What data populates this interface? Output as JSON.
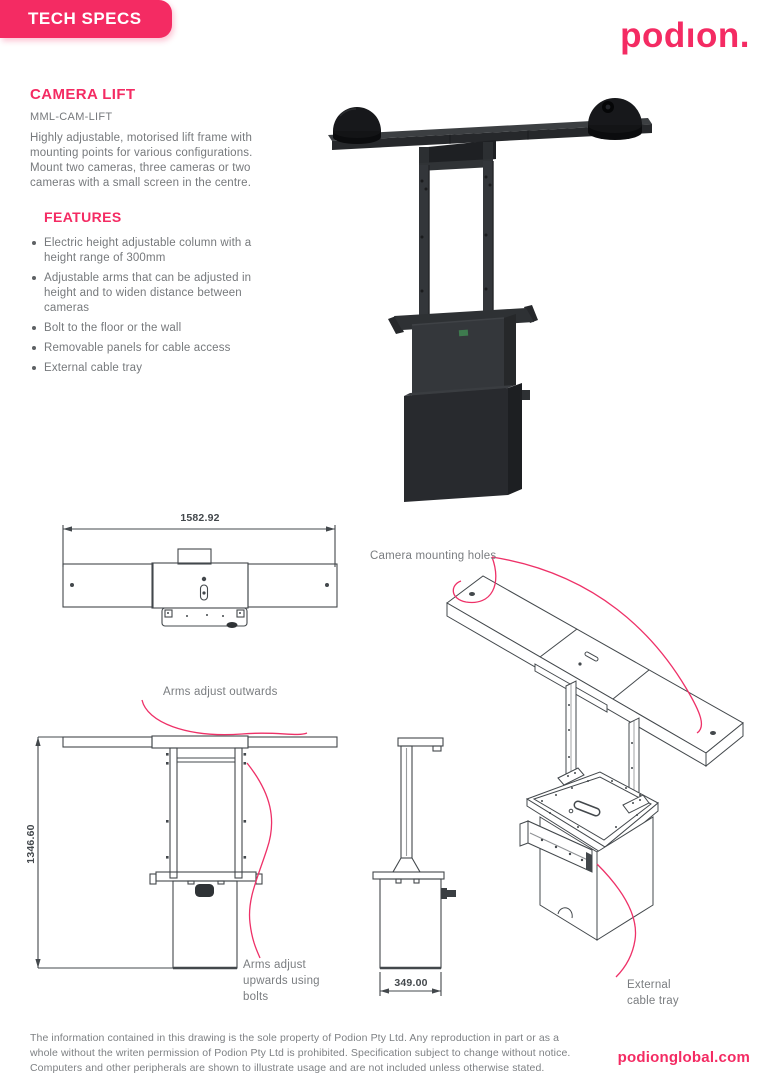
{
  "colors": {
    "pink": "#F42B63",
    "drawing_line": "#43484C",
    "body_text": "#76797C"
  },
  "header": {
    "banner_label": "TECH SPECS"
  },
  "brand": {
    "logo_text": "podıon.",
    "website": "podionglobal.com"
  },
  "product": {
    "title": "CAMERA LIFT",
    "sku": "MML-CAM-LIFT",
    "description_lines": [
      "Highly adjustable, motorised lift frame with",
      "mounting points for various configurations.",
      "Mount two cameras, three cameras or two",
      "cameras with a small screen in the centre."
    ],
    "features_title": "FEATURES",
    "features": [
      {
        "lines": [
          "Electric height adjustable column with a",
          "height range of  300mm"
        ]
      },
      {
        "lines": [
          "Adjustable arms that can be adjusted in",
          "height and to widen distance between",
          "cameras"
        ]
      },
      {
        "lines": [
          "Bolt to the floor or the wall"
        ]
      },
      {
        "lines": [
          "Removable panels for cable access"
        ]
      },
      {
        "lines": [
          "External cable tray"
        ]
      }
    ]
  },
  "drawings": {
    "top_view": {
      "width_dimension": "1582.92"
    },
    "front_view": {
      "height_dimension": "1346.60"
    },
    "side_view": {
      "depth_dimension": "349.00"
    },
    "annotations": {
      "camera_mounting_holes": "Camera mounting holes",
      "arms_adjust_outwards": "Arms adjust outwards",
      "arms_adjust_upwards": "Arms adjust upwards using bolts",
      "external_cable_tray": "External cable tray"
    }
  },
  "footer": {
    "disclaimer_lines": [
      "The information contained in this drawing is the sole property of Podion Pty Ltd. Any reproduction in part or as a",
      "whole without the writen permission of Podion Pty Ltd is prohibited. Specification subject to change without notice.",
      "Computers and other peripherals are shown to illustrate usage and are not included unless otherwise stated."
    ]
  }
}
